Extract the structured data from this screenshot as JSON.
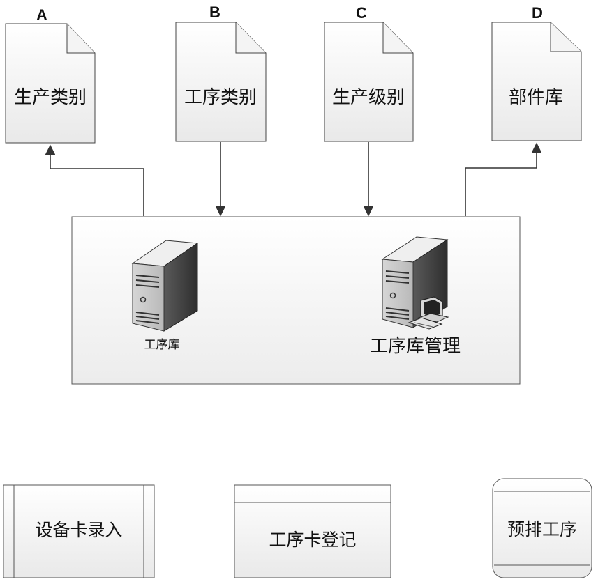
{
  "documents": [
    {
      "letter": "A",
      "label": "生产类别"
    },
    {
      "letter": "B",
      "label": "工序类别"
    },
    {
      "letter": "C",
      "label": "生产级别"
    },
    {
      "letter": "D",
      "label": "部件库"
    }
  ],
  "servers": {
    "db_label": "工序库",
    "mgmt_label": "工序库管理"
  },
  "bottom": {
    "predefined_process": "设备卡录入",
    "internal_storage": "工序卡登记",
    "terminal": "预排工序"
  }
}
